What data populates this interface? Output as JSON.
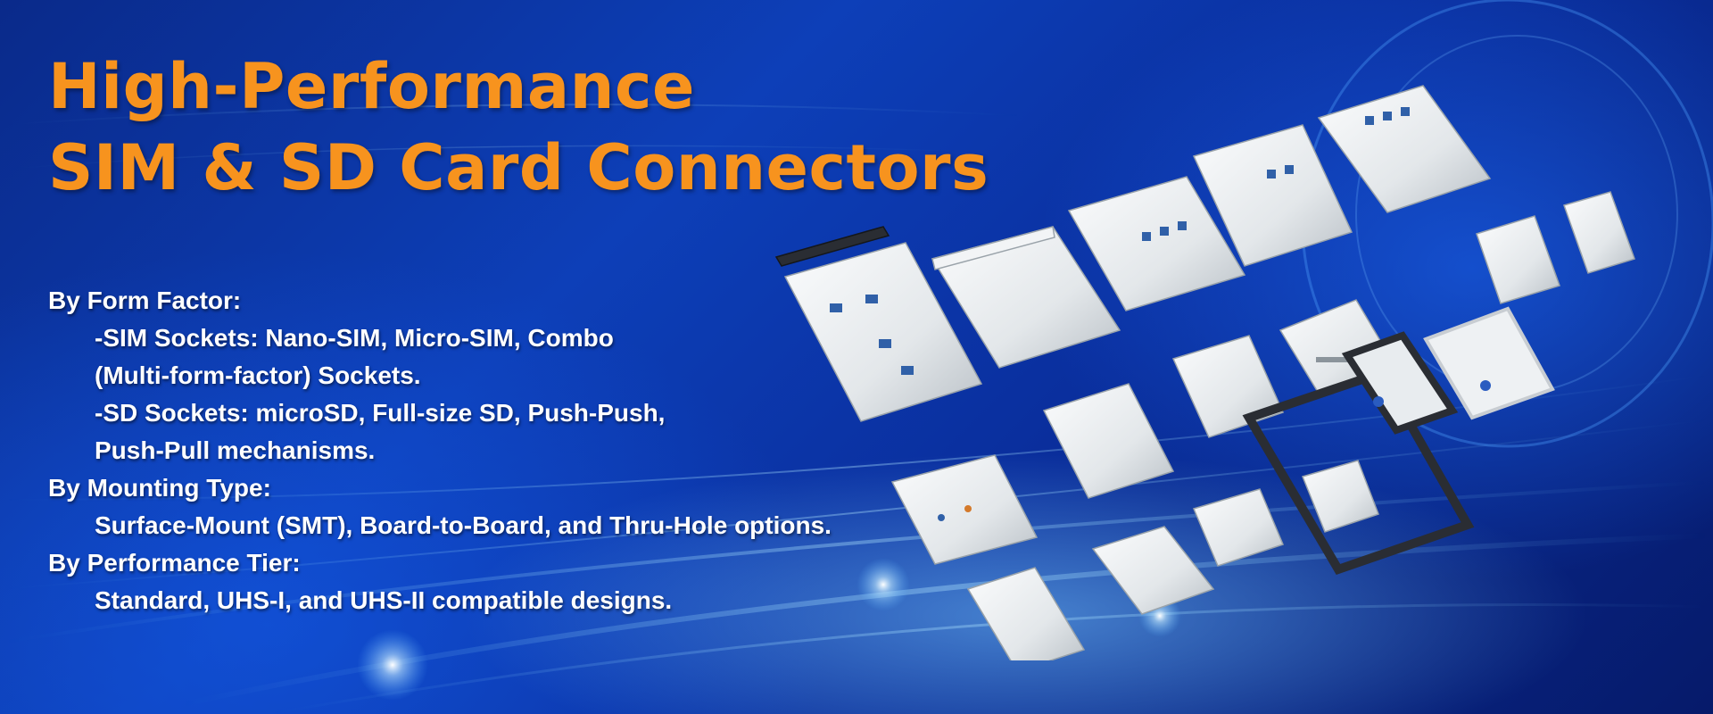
{
  "headline": {
    "line1": "High-Performance",
    "line2": "SIM & SD Card Connectors",
    "color": "#f7931e"
  },
  "specs": [
    {
      "heading": "By Form Factor:",
      "items": [
        "-SIM Sockets: Nano-SIM, Micro-SIM, Combo",
        "(Multi-form-factor) Sockets.",
        "-SD Sockets: microSD, Full-size SD, Push-Push,",
        "Push-Pull mechanisms."
      ]
    },
    {
      "heading": "By Mounting Type:",
      "items": [
        "Surface-Mount (SMT), Board-to-Board, and Thru-Hole options."
      ]
    },
    {
      "heading": "By Performance Tier:",
      "items": [
        "Standard, UHS-I, and UHS-II compatible designs."
      ]
    }
  ],
  "colors": {
    "background": "#0d3fb8",
    "text": "#ffffff",
    "connector_metal": "#e8ecef",
    "tray": "#2a2d33"
  }
}
